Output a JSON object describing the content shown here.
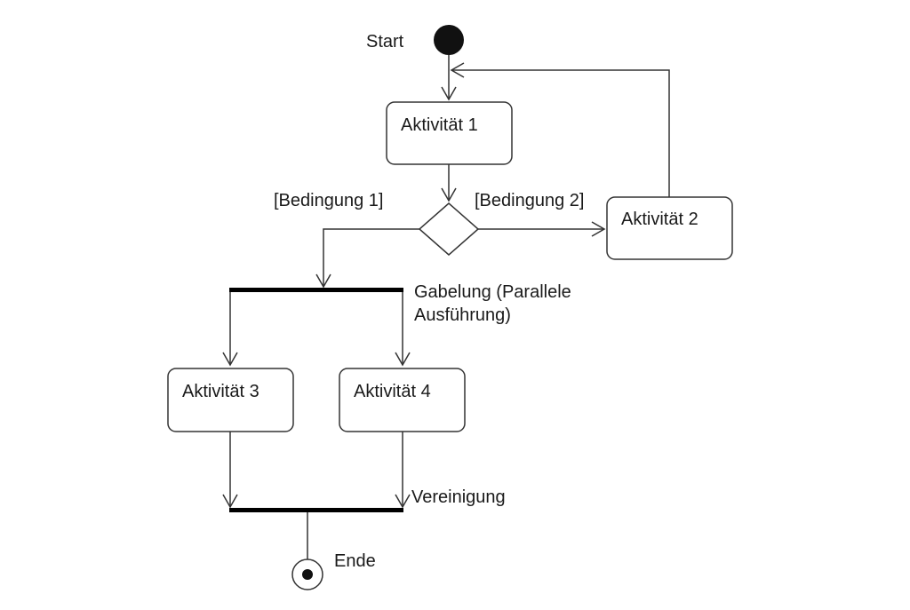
{
  "diagram": {
    "start": {
      "label": "Start"
    },
    "end": {
      "label": "Ende"
    },
    "activities": {
      "a1": "Aktivität 1",
      "a2": "Aktivität 2",
      "a3": "Aktivität 3",
      "a4": "Aktivität 4"
    },
    "conditions": {
      "c1": "[Bedingung 1]",
      "c2": "[Bedingung 2]"
    },
    "fork": {
      "line1": "Gabelung (Parallele",
      "line2": "Ausführung)"
    },
    "join": {
      "label": "Vereinigung"
    }
  }
}
